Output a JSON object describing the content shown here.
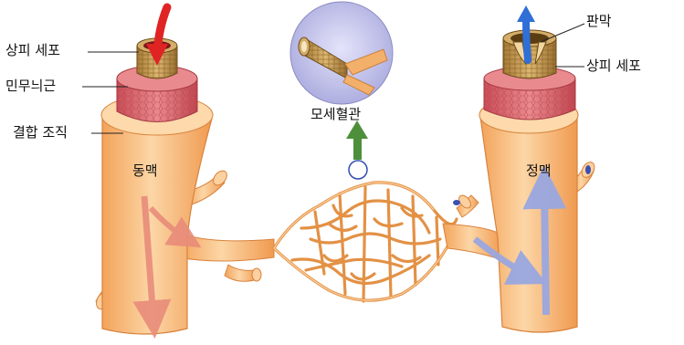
{
  "labels": {
    "epithelial_left": "상피 세포",
    "smooth_muscle": "민무늬근",
    "connective_tissue": "결합 조직",
    "artery": "동맥",
    "capillary": "모세혈관",
    "valve": "판막",
    "epithelial_right": "상피 세포",
    "vein": "정맥"
  },
  "colors": {
    "vessel": "#f7b36d",
    "vessel_light": "#fcd7a8",
    "muscle": "#d9646b",
    "epithelium": "#c99b55",
    "artery_arrow": "#e02424",
    "vein_arrow": "#2f6fd6",
    "capillary_arrow": "#3a8a3a",
    "inset_bg": "#c8c8ee",
    "flow_arrow_arterial": "#e98c7a",
    "flow_arrow_venous": "#9aa7e0"
  },
  "icons": {
    "inflow": "red-down-arrow-icon",
    "outflow": "blue-up-arrow-icon",
    "magnify": "green-up-arrow-icon"
  }
}
